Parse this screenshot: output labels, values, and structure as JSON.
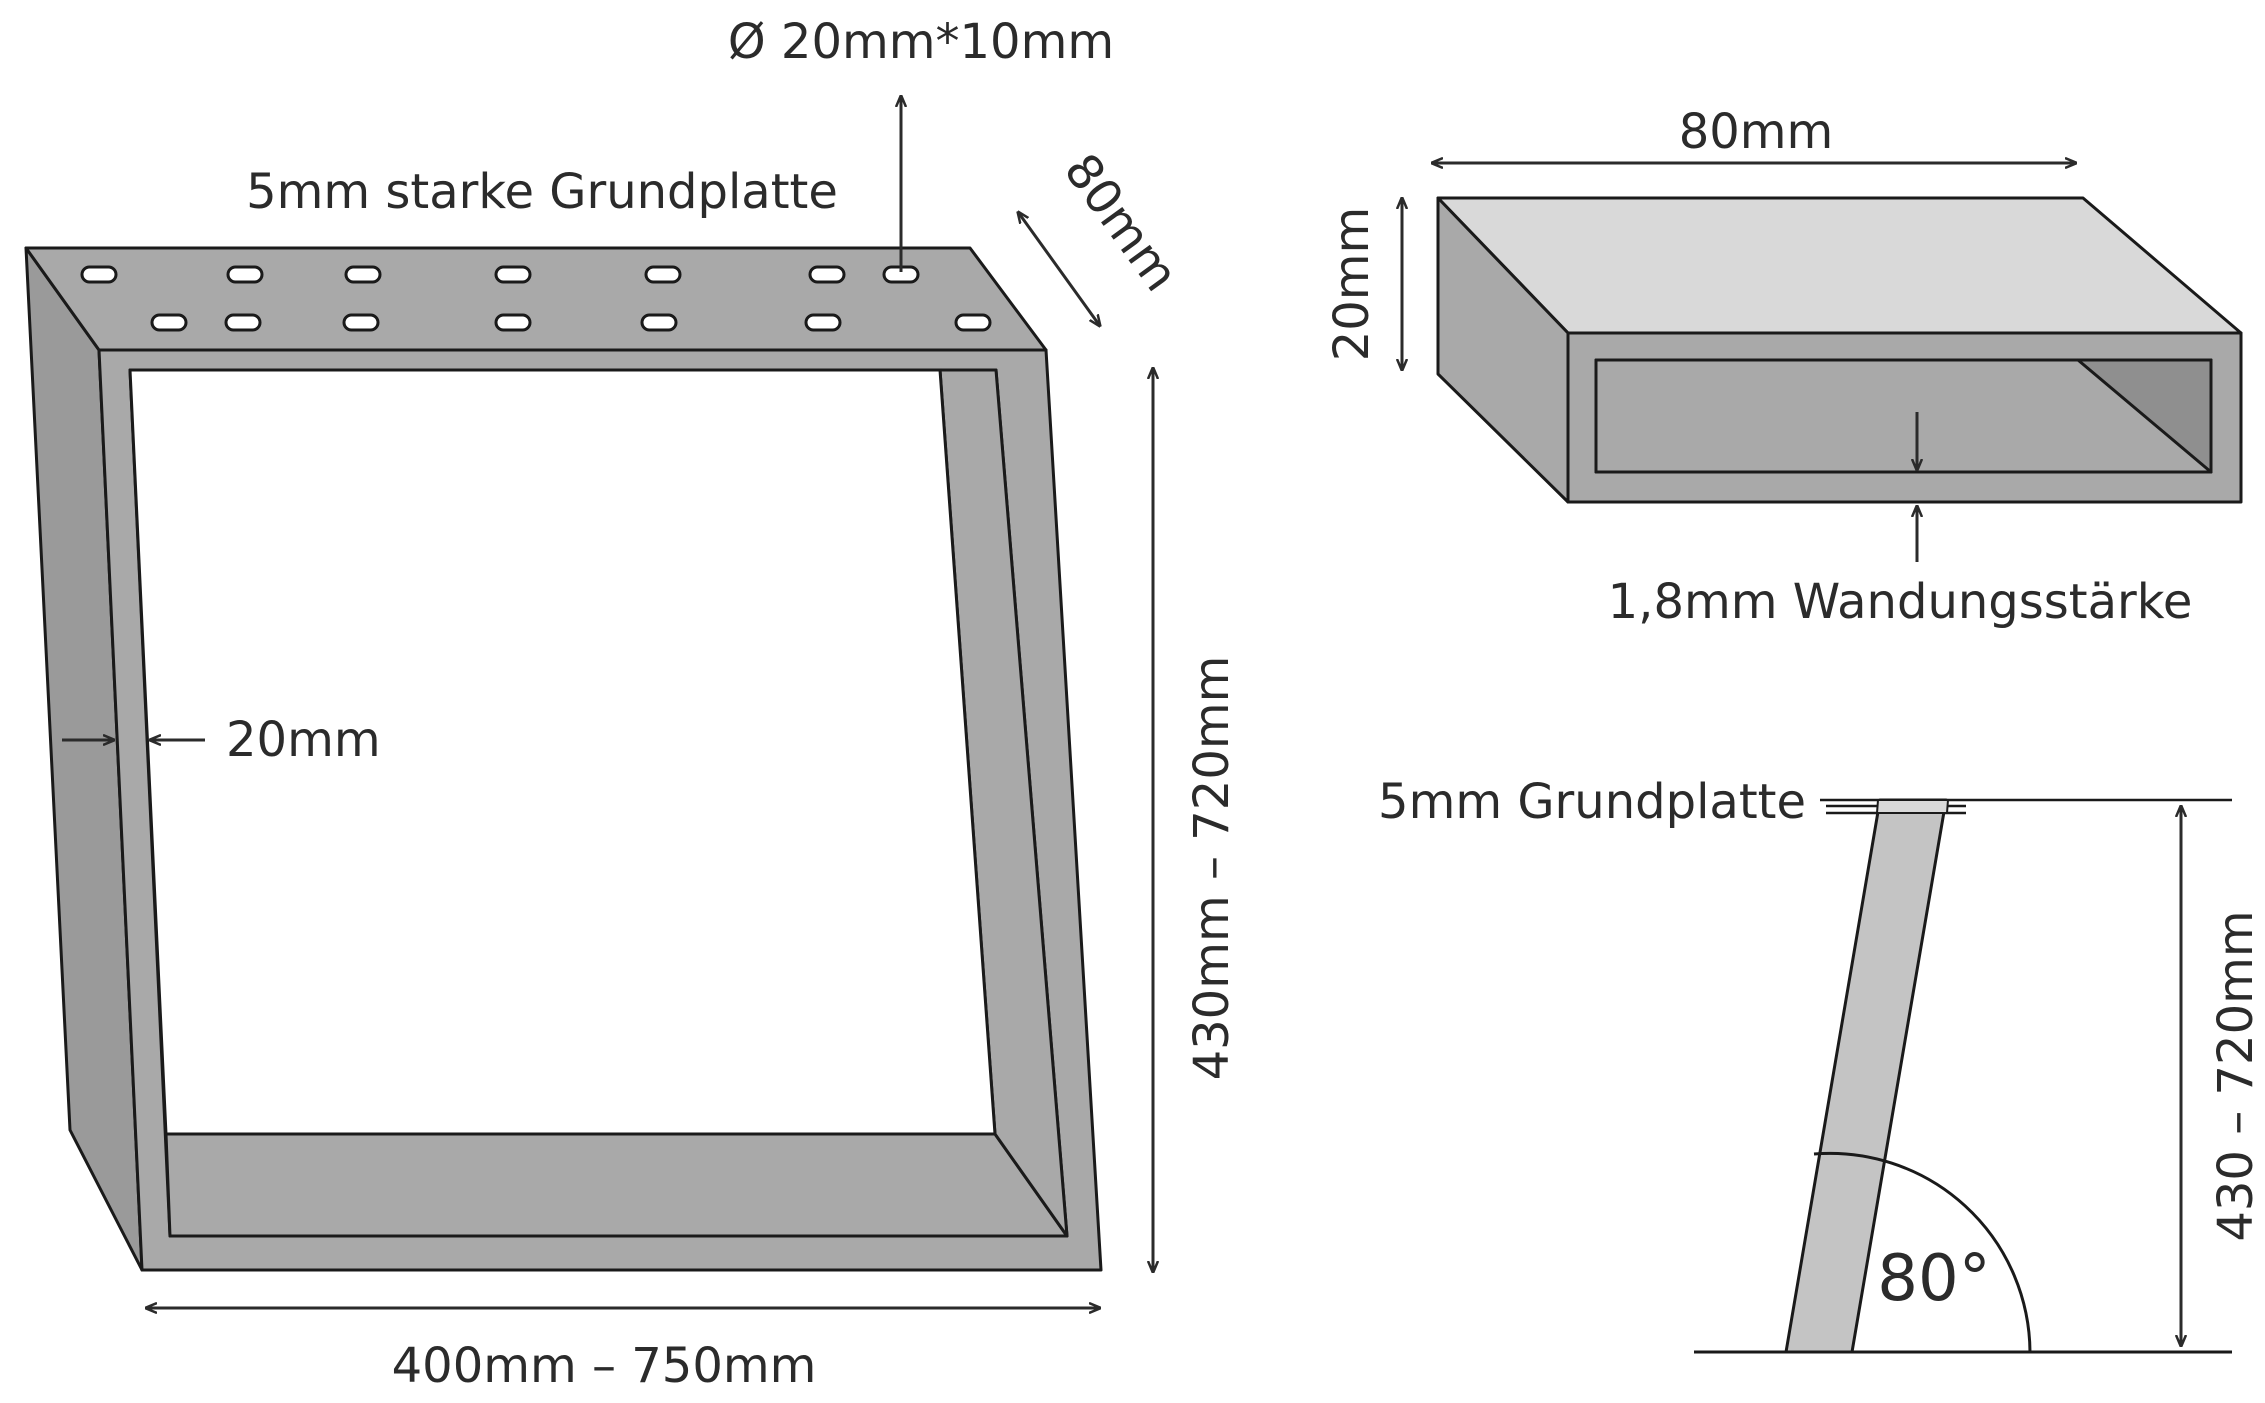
{
  "labels": {
    "hole_size": "Ø 20mm*10mm",
    "base_plate": "5mm starke Grundplatte",
    "depth": "80mm",
    "profile_width": "20mm",
    "height_range": "430mm – 720mm",
    "width_range": "400mm – 750mm",
    "tube_width": "80mm",
    "tube_height": "20mm",
    "wall_thickness": "1,8mm Wandungsstärke",
    "plate_side": "5mm Grundplatte",
    "height_side": "430 – 720mm",
    "angle": "80°"
  },
  "colors": {
    "steel_face": "#a9a9a9",
    "steel_side": "#9a9a9a",
    "steel_top": "#d9d9d9",
    "steel_light": "#c4c4c4",
    "stroke": "#1a1a1a",
    "text": "#2b2b2b"
  }
}
